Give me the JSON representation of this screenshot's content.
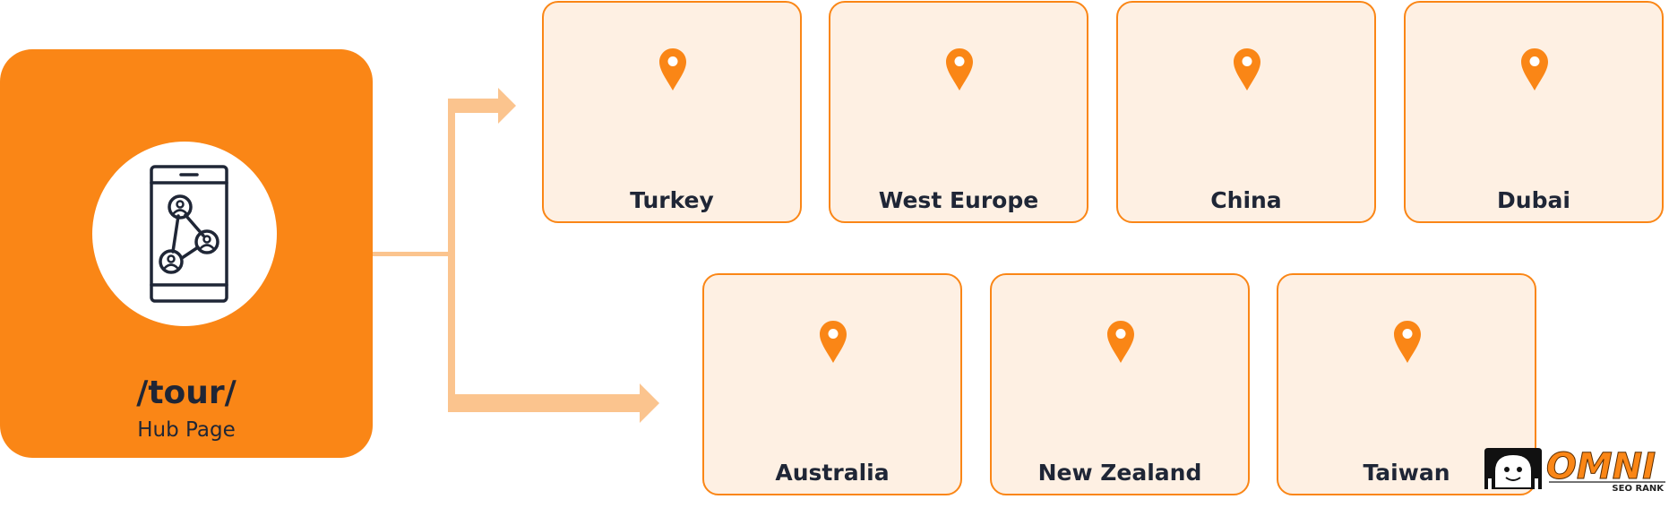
{
  "hub": {
    "title": "/tour/",
    "subtitle": "Hub Page",
    "icon": "smartphone-network-icon"
  },
  "destinations": [
    {
      "label": "Turkey",
      "icon": "location-pin-icon"
    },
    {
      "label": "West Europe",
      "icon": "location-pin-icon"
    },
    {
      "label": "China",
      "icon": "location-pin-icon"
    },
    {
      "label": "Dubai",
      "icon": "location-pin-icon"
    },
    {
      "label": "Australia",
      "icon": "location-pin-icon"
    },
    {
      "label": "New Zealand",
      "icon": "location-pin-icon"
    },
    {
      "label": "Taiwan",
      "icon": "location-pin-icon"
    }
  ],
  "logo": {
    "name": "OMNI",
    "tagline": "SEO RANK"
  },
  "colors": {
    "accent": "#fa8616",
    "card_fill": "#fef0e3",
    "connector": "#fbc48e",
    "text": "#1f2636"
  }
}
